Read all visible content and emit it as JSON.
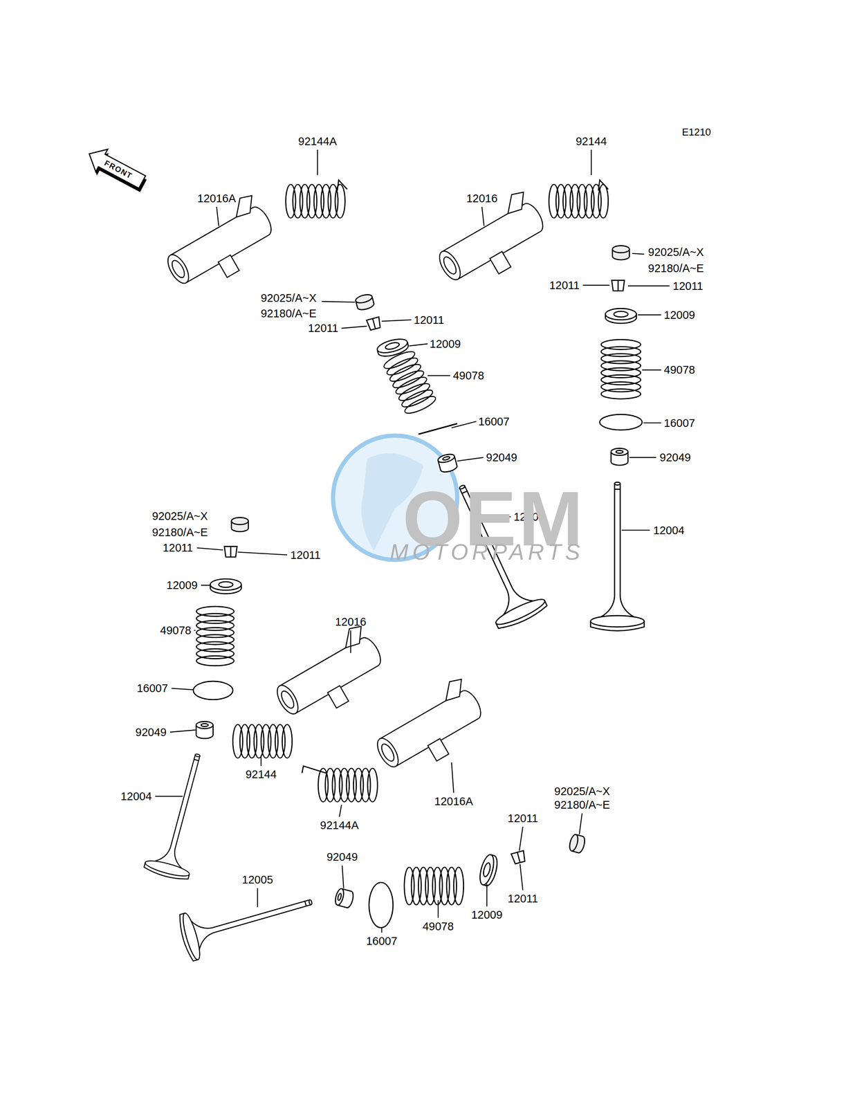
{
  "diagram": {
    "labels": [
      "E1210",
      "FRONT",
      "92144A",
      "92144",
      "12016A",
      "12016",
      "92025/A~X",
      "92180/A~E",
      "12011",
      "12011",
      "12009",
      "49078",
      "16007",
      "92049",
      "12004",
      "92025/A~X",
      "92180/A~E",
      "12011",
      "12011",
      "12009",
      "49078",
      "16007",
      "92049",
      "12005",
      "92025/A~X",
      "92180/A~E",
      "12011",
      "12011",
      "12009",
      "49078",
      "12016",
      "16007",
      "92049",
      "92144",
      "12004",
      "12016A",
      "92025/A~X",
      "92180/A~E",
      "12011",
      "92144A",
      "92049",
      "12005",
      "12011",
      "12009",
      "49078",
      "16007",
      "OEM",
      "MOTORPARTS"
    ]
  }
}
